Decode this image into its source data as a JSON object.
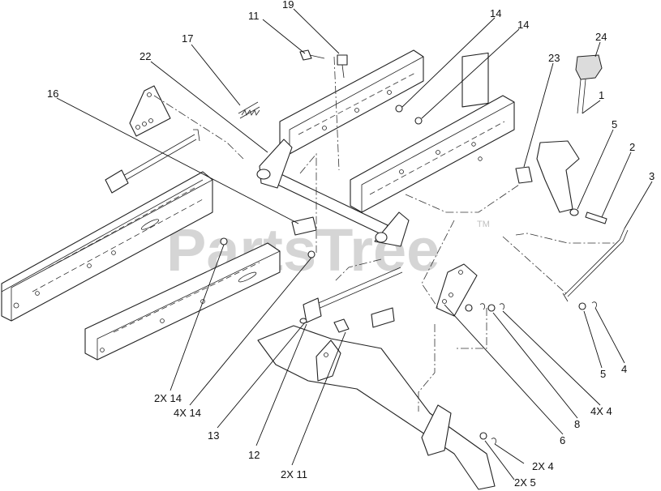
{
  "watermark": {
    "text": "PartsTree",
    "trademark": "TM"
  },
  "callouts": [
    {
      "id": "c19",
      "label": "19"
    },
    {
      "id": "c11",
      "label": "11"
    },
    {
      "id": "c17",
      "label": "17"
    },
    {
      "id": "c22",
      "label": "22"
    },
    {
      "id": "c16",
      "label": "16"
    },
    {
      "id": "c14a",
      "label": "14"
    },
    {
      "id": "c14b",
      "label": "14"
    },
    {
      "id": "c24",
      "label": "24"
    },
    {
      "id": "c23",
      "label": "23"
    },
    {
      "id": "c1",
      "label": "1"
    },
    {
      "id": "c5a",
      "label": "5"
    },
    {
      "id": "c2",
      "label": "2"
    },
    {
      "id": "c3",
      "label": "3"
    },
    {
      "id": "c4",
      "label": "4"
    },
    {
      "id": "c5b",
      "label": "5"
    },
    {
      "id": "c4x4",
      "label": "4X 4"
    },
    {
      "id": "c8",
      "label": "8"
    },
    {
      "id": "c6",
      "label": "6"
    },
    {
      "id": "c2x4",
      "label": "2X 4"
    },
    {
      "id": "c2x5",
      "label": "2X 5"
    },
    {
      "id": "c2x11",
      "label": "2X 11"
    },
    {
      "id": "c12",
      "label": "12"
    },
    {
      "id": "c13",
      "label": "13"
    },
    {
      "id": "c4x14",
      "label": "4X 14"
    },
    {
      "id": "c2x14",
      "label": "2X 14"
    }
  ]
}
